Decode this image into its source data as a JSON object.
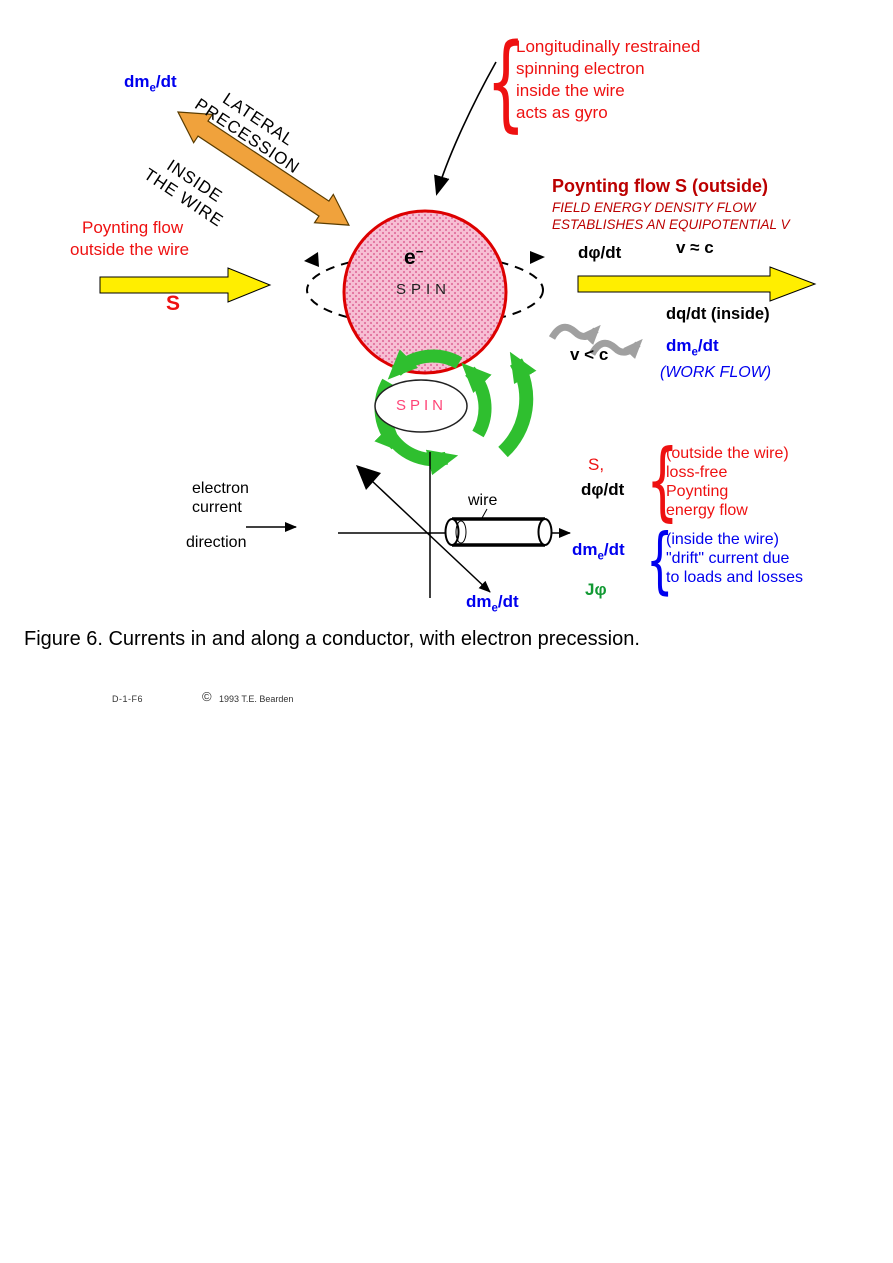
{
  "figure": {
    "caption": "Figure 6.  Currents in and along a conductor, with electron precession.",
    "doc_code": "D-1-F6",
    "copyright_symbol": "©",
    "copyright_text": "1993 T.E. Bearden"
  },
  "colors": {
    "red": "#ee1111",
    "dark_red": "#bb0000",
    "blue": "#0000ee",
    "green": "#119933",
    "yellow": "#ffee00",
    "orange": "#f0a23c",
    "pink_fill": "#f7bfd4",
    "gray_arrow": "#a0a0a0",
    "green_arrow": "#2fbf2f"
  },
  "brace": "{",
  "dm": {
    "prefix": "dm",
    "sub": "e",
    "suffix": "/dt"
  },
  "electron_symbol": {
    "base": "e",
    "sup": "−",
    "spin": "SPIN"
  },
  "precession": {
    "line1": "LATERAL",
    "line2": "PRECESSION",
    "line3": "INSIDE",
    "line4": "THE WIRE"
  },
  "gyro_note": {
    "l1": "Longitudinally restrained",
    "l2": "spinning electron",
    "l3": "inside the wire",
    "l4": "acts as gyro"
  },
  "poynting_left": {
    "l1": "Poynting flow",
    "l2": "outside the wire",
    "s": "S"
  },
  "poynting_right": {
    "title": "Poynting flow S (outside)",
    "sub1": "FIELD ENERGY DENSITY FLOW",
    "sub2": "ESTABLISHES AN EQUIPOTENTIAL V",
    "dphi": "dφ/dt",
    "v_approx_c": "v ≈ c",
    "dq_inside": "dq/dt (inside)",
    "v_lt_c": "v < c",
    "work_flow": "(WORK FLOW)"
  },
  "spin_ring": {
    "label": "SPIN"
  },
  "bottom": {
    "electron_l1": "electron",
    "electron_l2": "current",
    "direction": "direction",
    "wire": "wire",
    "s_label": "S,",
    "dphi": "dφ/dt",
    "jphi": "Jφ",
    "outside_note": {
      "l1": "(outside the wire)",
      "l2": "loss-free",
      "l3": "Poynting",
      "l4": "energy flow"
    },
    "inside_note": {
      "l1": "(inside the wire)",
      "l2": "\"drift\" current due",
      "l3": "to loads and losses"
    }
  }
}
